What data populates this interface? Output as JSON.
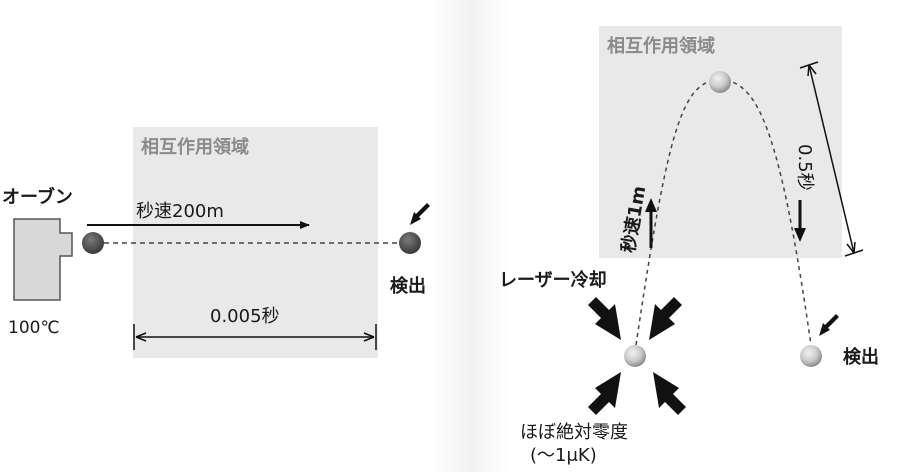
{
  "left": {
    "region_label": "相互作用領域",
    "oven_label": "オーブン",
    "temperature": "100℃",
    "speed_label": "秒速200m",
    "time_label": "0.005秒",
    "detect_label": "検出"
  },
  "right": {
    "region_label": "相互作用領域",
    "time_label": "0.5秒",
    "speed_label": "秒速1m",
    "cooling_label": "レーザー冷却",
    "detect_label": "検出",
    "abs_zero_label": "ほぼ絶対零度",
    "abs_zero_sub": "(〜1μK)"
  },
  "colors": {
    "region": "#e9e9e9",
    "oven": "#d8d8d8",
    "atom_dark": "#555555",
    "atom_light": "#cfcfcf"
  }
}
